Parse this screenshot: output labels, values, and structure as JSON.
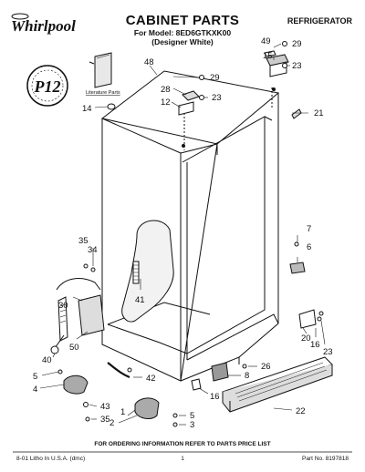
{
  "header": {
    "brand": "Whirlpool",
    "title": "CABINET PARTS",
    "model_line": "For Model: 8ED6GTKXK00",
    "color_line": "(Designer White)",
    "category": "REFRIGERATOR"
  },
  "badge": {
    "text": "P12"
  },
  "literature": {
    "label": "Literature Parts"
  },
  "callouts": [
    "1",
    "2",
    "3",
    "4",
    "5",
    "6",
    "7",
    "8",
    "12",
    "14",
    "15",
    "16",
    "20",
    "21",
    "22",
    "23",
    "26",
    "28",
    "29",
    "30",
    "34",
    "35",
    "40",
    "41",
    "42",
    "43",
    "48",
    "49",
    "50"
  ],
  "footer": {
    "left": "8-01 Litho In U.S.A. (dmc)",
    "center_note": "FOR ORDERING INFORMATION REFER TO PARTS PRICE LIST",
    "page": "1",
    "part_no": "Part No. 8197818"
  }
}
